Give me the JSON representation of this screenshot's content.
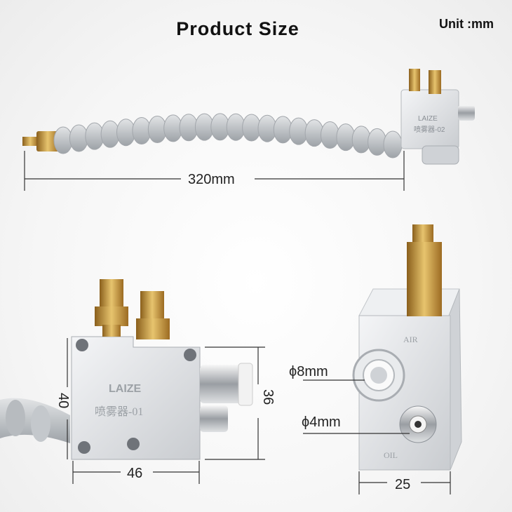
{
  "header": {
    "title": "Product Size",
    "unit": "Unit :mm"
  },
  "dimensions": {
    "length": "320mm",
    "side_height": "40",
    "side_height_inner": "36",
    "side_width": "46",
    "front_width": "25",
    "port_air_diameter": "ϕ8mm",
    "port_oil_diameter": "ϕ4mm"
  },
  "product_markings": {
    "brand": "LAIZE",
    "model_top": "喷雾器-02",
    "model_side": "喷雾器-01",
    "port_air": "AIR",
    "port_oil": "OIL"
  },
  "colors": {
    "hose": "#c9cccf",
    "brass": "#c99a3f",
    "aluminum": "#e3e5e8",
    "fitting": "#bfc2c5"
  }
}
